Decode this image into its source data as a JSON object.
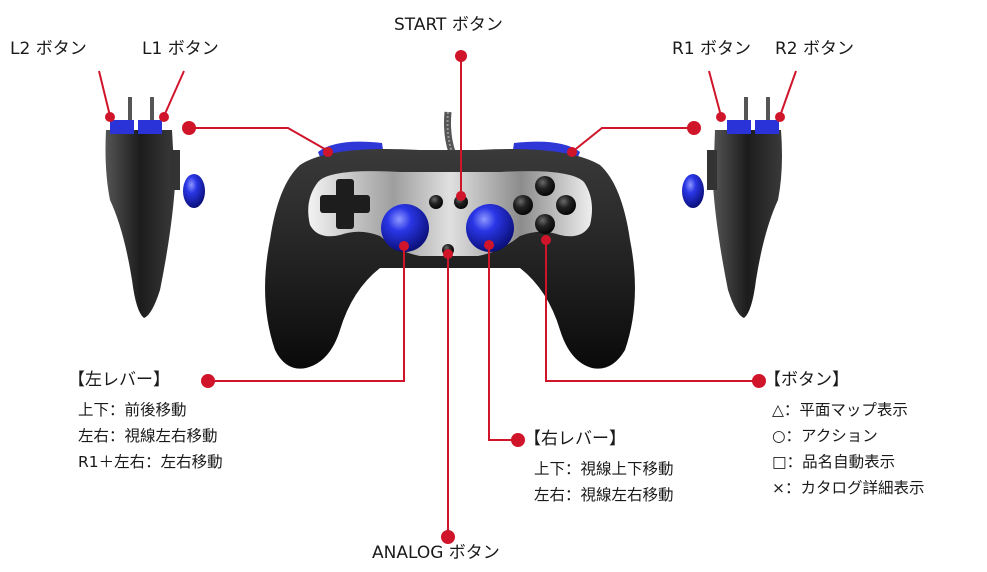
{
  "callouts": {
    "l2": "L2 ボタン",
    "l1": "L1 ボタン",
    "start": "START ボタン",
    "r1": "R1 ボタン",
    "r2": "R2 ボタン",
    "analog": "ANALOG ボタン"
  },
  "left_lever": {
    "title": "【左レバー】",
    "lines": [
      "上下：前後移動",
      "左右：視線左右移動",
      "R1＋左右：左右移動"
    ]
  },
  "right_lever": {
    "title": "【右レバー】",
    "lines": [
      "上下：視線上下移動",
      "左右：視線左右移動"
    ]
  },
  "buttons": {
    "title": "【ボタン】",
    "lines": [
      "△：平面マップ表示",
      "○：アクション",
      "□：品名自動表示",
      "×：カタログ詳細表示"
    ]
  },
  "colors": {
    "leader": "#d0152b",
    "stick_blue": "#1f26c8",
    "body_dark": "#2a2a2a",
    "panel_silver": "#bfbfbf"
  }
}
